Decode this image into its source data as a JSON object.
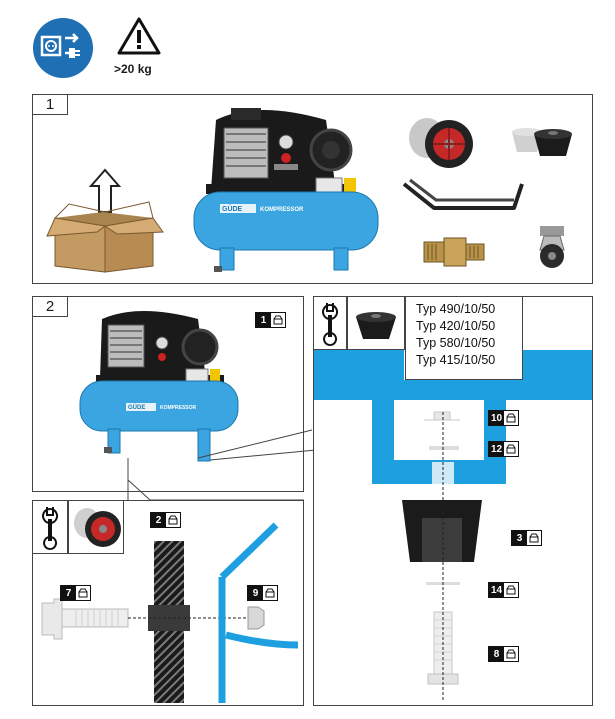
{
  "header": {
    "weight_label": ">20 kg",
    "unplug_icon": "unplug-plug-icon",
    "warning_icon": "warning-triangle-icon"
  },
  "steps": [
    {
      "label": "1"
    },
    {
      "label": "2"
    }
  ],
  "compressor": {
    "brand": "GÜDE",
    "model_text": "KOMPRESSOR",
    "tank_color": "#3aa5e0"
  },
  "models": [
    "Typ 490/10/50",
    "Typ 420/10/50",
    "Typ 580/10/50",
    "Typ 415/10/50"
  ],
  "badges": {
    "b1": "1",
    "b2": "2",
    "b3": "3",
    "b7": "7",
    "b8": "8",
    "b9": "9",
    "b10": "10",
    "b12": "12",
    "b14": "14"
  },
  "colors": {
    "accent_blue": "#1e9fe0",
    "icon_blue": "#1f6fb5",
    "box_brown": "#c49a63"
  }
}
